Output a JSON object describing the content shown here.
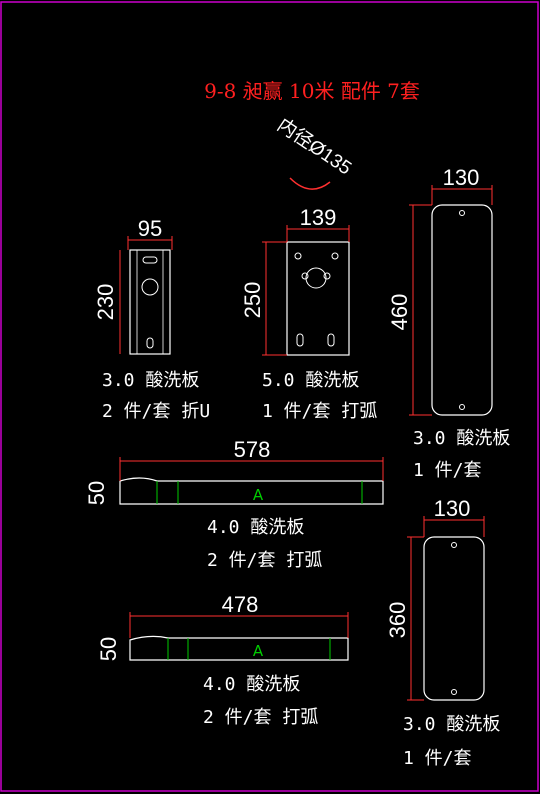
{
  "title": "9-8 昶赢 10米 配件 7套",
  "note": {
    "text": "内径Ø135"
  },
  "parts": [
    {
      "width": "95",
      "height": "230",
      "material": "3.0 酸洗板",
      "qty": "2 件/套 折U"
    },
    {
      "width": "139",
      "height": "250",
      "material": "5.0 酸洗板",
      "qty": "1 件/套 打弧"
    },
    {
      "width": "130",
      "height": "460",
      "material": "3.0 酸洗板",
      "qty": "1 件/套"
    },
    {
      "width": "578",
      "height": "50",
      "mark": "A",
      "material": "4.0 酸洗板",
      "qty": "2 件/套 打弧"
    },
    {
      "width": "130",
      "height": "360",
      "material": "3.0 酸洗板",
      "qty": "1 件/套"
    },
    {
      "width": "478",
      "height": "50",
      "mark": "A",
      "material": "4.0 酸洗板",
      "qty": "2 件/套 打弧"
    }
  ],
  "colors": {
    "background": "#000000",
    "frame": "#cc00cc",
    "title": "#ff2020",
    "dimension": "#ff3030",
    "outline": "#ffffff",
    "bend": "#00cc00"
  }
}
